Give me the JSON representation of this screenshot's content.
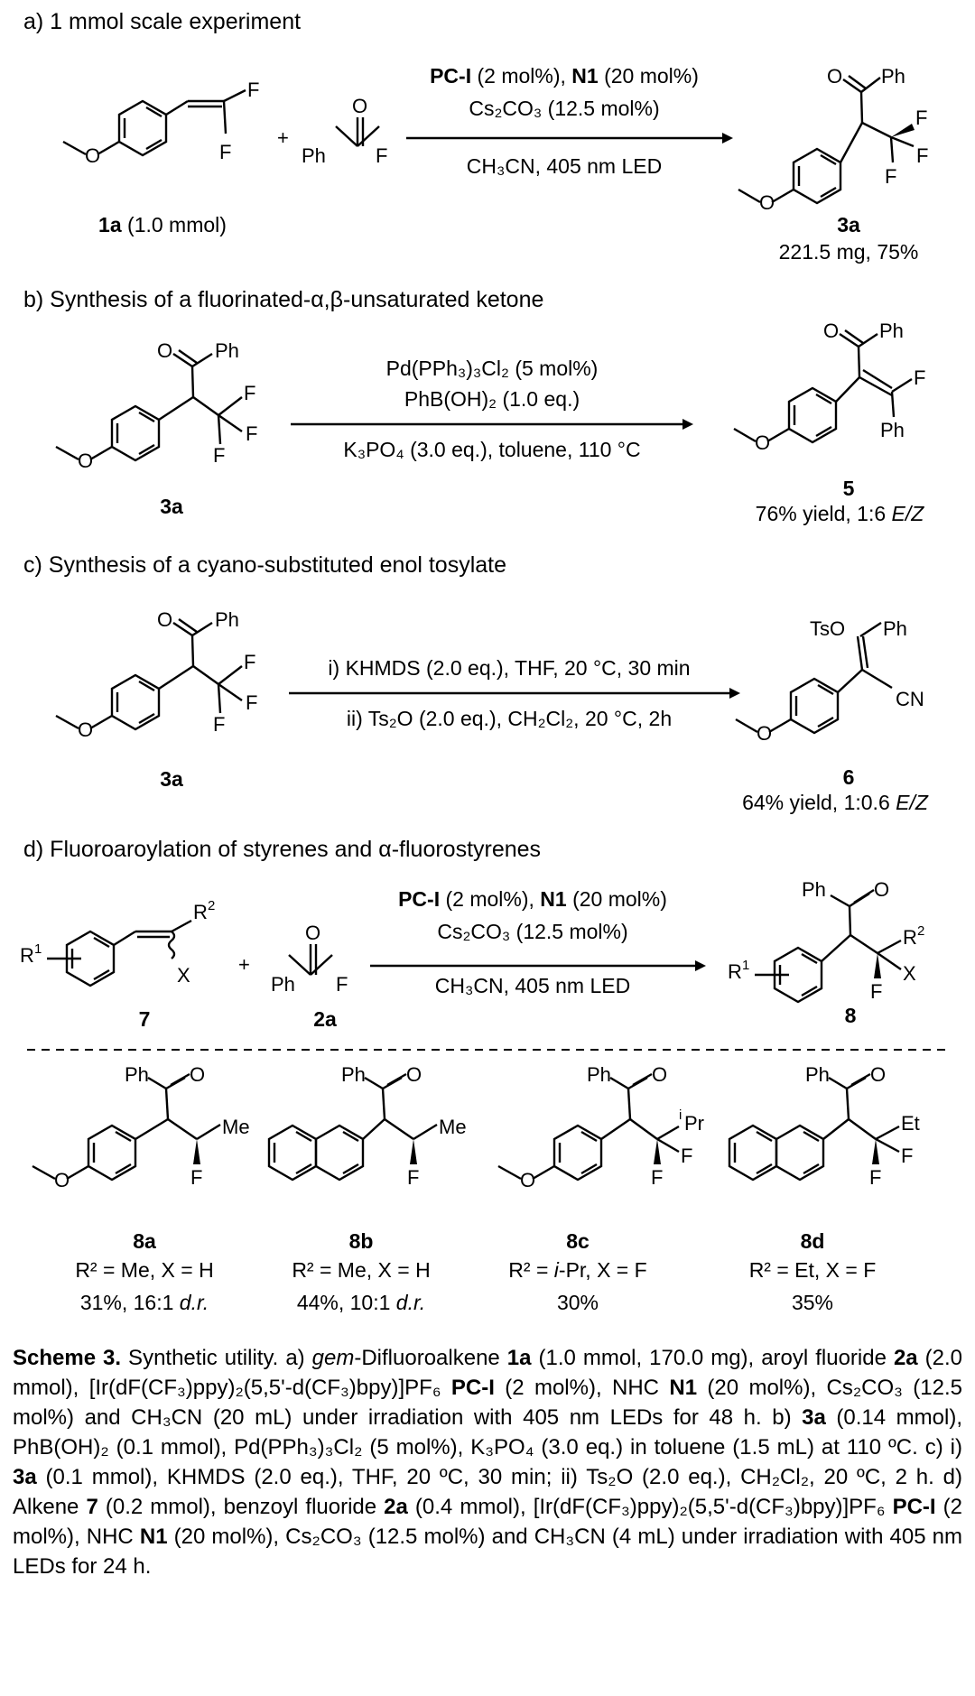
{
  "sections": {
    "a": "a) 1 mmol scale experiment",
    "b": "b) Synthesis of a fluorinated-α,β-unsaturated ketone",
    "c": "c) Synthesis of a cyano-substituted enol tosylate",
    "d": "d) Fluoroaroylation of styrenes and α-fluorostyrenes"
  },
  "scheme_a": {
    "cond_top_1": "PC-I",
    "cond_top_2": " (2 mol%), ",
    "cond_top_3": "N1",
    "cond_top_4": " (20 mol%)",
    "cond_mid": "Cs₂CO₃ (12.5 mol%)",
    "cond_bot": "CH₃CN, 405 nm LED",
    "reactant_id": "1a",
    "reactant_amt": " (1.0 mmol)",
    "product_id": "3a",
    "product_yield": "221.5 mg, 75%"
  },
  "scheme_b": {
    "cond_1": "Pd(PPh₃)₃Cl₂ (5 mol%)",
    "cond_2": "PhB(OH)₂ (1.0 eq.)",
    "cond_3": "K₃PO₄ (3.0 eq.), toluene, 110 °C",
    "reactant_id": "3a",
    "product_id": "5",
    "product_yield": "76% yield, 1:6 ",
    "product_ez": "E/Z"
  },
  "scheme_c": {
    "cond_1": "i) KHMDS (2.0 eq.), THF,  20 °C, 30 min",
    "cond_2": "ii) Ts₂O (2.0 eq.), CH₂Cl₂, 20 °C, 2h",
    "reactant_id": "3a",
    "product_id": "6",
    "product_yield": "64% yield, 1:0.6 ",
    "product_ez": "E/Z"
  },
  "scheme_d": {
    "cond_top_1": "PC-I",
    "cond_top_2": " (2 mol%), ",
    "cond_top_3": "N1",
    "cond_top_4": " (20 mol%)",
    "cond_mid": "Cs₂CO₃ (12.5 mol%)",
    "cond_bot": "CH₃CN, 405 nm LED",
    "reactant1_id": "7",
    "reactant2_id": "2a",
    "product_id": "8"
  },
  "examples": [
    {
      "id": "8a",
      "subst": "R² = Me, X = H",
      "yield": "31%, 16:1 ",
      "dr": "d.r."
    },
    {
      "id": "8b",
      "subst": "R² = Me, X = H",
      "yield": "44%, 10:1 ",
      "dr": "d.r."
    },
    {
      "id": "8c",
      "subst_pre": "R² = ",
      "subst_it": "i",
      "subst_post": "-Pr, X = F",
      "yield": "30%"
    },
    {
      "id": "8d",
      "subst": "R² = Et, X = F",
      "yield": "35%"
    }
  ],
  "atoms": {
    "F": "F",
    "O": "O",
    "Ph": "Ph",
    "Me": "Me",
    "Et": "Et",
    "iPr_sup": "i",
    "iPr": "Pr",
    "TsO": "TsO",
    "CN": "CN",
    "R1": "R",
    "R1_sup": "1",
    "R2": "R",
    "R2_sup": "2",
    "X": "X",
    "plus": "+"
  },
  "caption": {
    "title": "Scheme 3.",
    "t1": " Synthetic utility. a) ",
    "gem": "gem",
    "t2": "-Difluoroalkene ",
    "b1a": "1a",
    "t3": " (1.0 mmol, 170.0 mg), aroyl fluoride ",
    "b2a": "2a",
    "t4": " (2.0 mmol), [Ir(dF(CF₃)ppy)₂(5,5'-d(CF₃)bpy)]PF₆ ",
    "bpc1": "PC-I",
    "t5": " (2 mol%), NHC ",
    "bn1": "N1",
    "t6": " (20 mol%), Cs₂CO₃ (12.5 mol%) and CH₃CN (20 mL) under irradiation with 405 nm LEDs for 48 h. b) ",
    "b3a_1": "3a",
    "t7": " (0.14 mmol), PhB(OH)₂ (0.1 mmol), Pd(PPh₃)₃Cl₂ (5 mol%), K₃PO₄ (3.0 eq.) in toluene (1.5 mL) at 110 ºC. c) i) ",
    "b3a_2": "3a",
    "t8": " (0.1 mmol), KHMDS (2.0 eq.), THF, 20 ºC, 30 min; ii) Ts₂O (2.0 eq.), CH₂Cl₂, 20 ºC, 2 h. d) Alkene ",
    "b7": "7",
    "t9": " (0.2 mmol), benzoyl fluoride ",
    "b2a_2": "2a",
    "t10": " (0.4 mmol), [Ir(dF(CF₃)ppy)₂(5,5'-d(CF₃)bpy)]PF₆ ",
    "bpc2": "PC-I",
    "t11": " (2 mol%), NHC ",
    "bn2": "N1",
    "t12": " (20 mol%), Cs₂CO₃ (12.5 mol%) and CH₃CN (4 mL) under irradiation with 405 nm LEDs for 24 h."
  }
}
